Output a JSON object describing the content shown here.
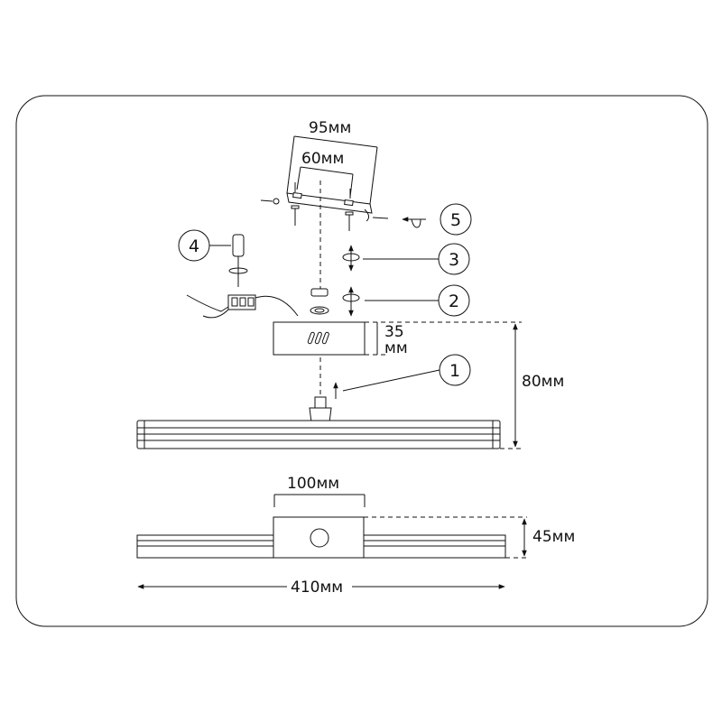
{
  "dimensions": {
    "bracket_width": "95мм",
    "bracket_hole_spacing": "60мм",
    "box_height_value": "35",
    "box_height_unit": "мм",
    "total_height": "80мм",
    "box_width_top": "100мм",
    "depth": "45мм",
    "length": "410мм"
  },
  "steps": [
    "1",
    "2",
    "3",
    "4",
    "5"
  ]
}
